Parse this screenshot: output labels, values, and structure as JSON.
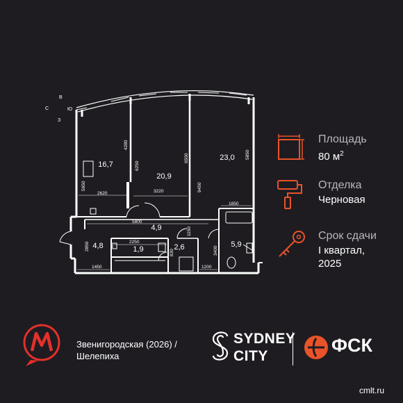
{
  "compass": {
    "north": "В",
    "west": "С",
    "south": "З",
    "east": "Ю"
  },
  "rooms": [
    {
      "id": "room-1",
      "area": "16,7"
    },
    {
      "id": "room-2",
      "area": "20,9"
    },
    {
      "id": "room-3",
      "area": "23,0"
    },
    {
      "id": "hall",
      "area": "4,9"
    },
    {
      "id": "entrance",
      "area": "4,8"
    },
    {
      "id": "wc-small",
      "area": "1,9"
    },
    {
      "id": "bath-1",
      "area": "2,6"
    },
    {
      "id": "bath-2",
      "area": "5,9"
    }
  ],
  "dimensions": {
    "d4280": "4280",
    "d6250": "6250",
    "d6500": "6500",
    "d5850": "5850",
    "d5650": "5650",
    "d2620": "2620",
    "d3220": "3220",
    "d9450": "9450",
    "d1850": "1850",
    "d5800": "5800",
    "d2850": "2850",
    "d2250": "2250",
    "d1150": "1150",
    "d830": "830",
    "d3400": "3400",
    "d1450": "1450",
    "d1200": "1200"
  },
  "info": {
    "area": {
      "label": "Площадь",
      "value": "80 м",
      "unit_sup": "2"
    },
    "finish": {
      "label": "Отделка",
      "value": "Черновая"
    },
    "deadline": {
      "label": "Срок сдачи",
      "value_line1": "I квартал,",
      "value_line2": "2025"
    }
  },
  "metro": {
    "line1": "Звенигородская (2026) /",
    "line2": "Шелепиха",
    "color": "#e4302b"
  },
  "brand": {
    "line1": "SYDNEY",
    "line2": "CITY"
  },
  "developer": {
    "name": "ФСК",
    "color": "#e9532a"
  },
  "watermark": "cmlt.ru",
  "colors": {
    "accent": "#e9532a",
    "background": "#1e1c21"
  }
}
